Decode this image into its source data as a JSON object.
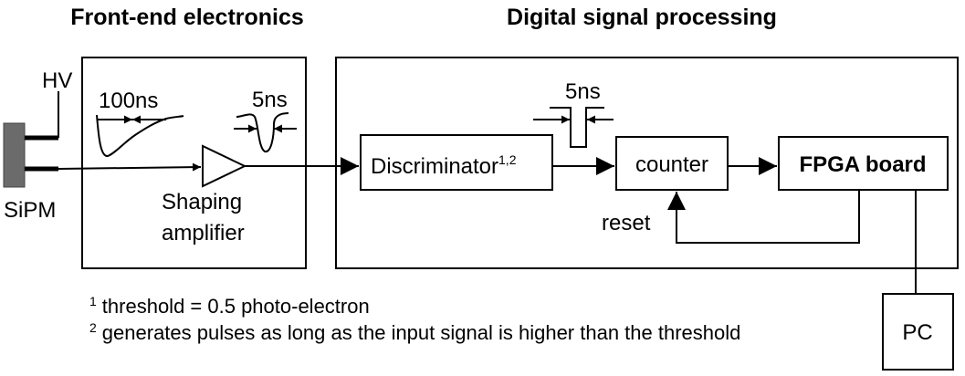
{
  "titles": {
    "front_end": "Front-end electronics",
    "digital": "Digital signal processing"
  },
  "labels": {
    "hv": "HV",
    "sipm": "SiPM",
    "pulse_100ns": "100ns",
    "pulse_5ns_front": "5ns",
    "shaping_line1": "Shaping",
    "shaping_line2": "amplifier",
    "pulse_5ns_digital": "5ns",
    "discriminator": "Discriminator",
    "discriminator_sup": "1,2",
    "counter": "counter",
    "fpga": "FPGA board",
    "reset": "reset",
    "pc": "PC"
  },
  "footnotes": [
    {
      "mark": "1",
      "text": "threshold = 0.5 photo-electron"
    },
    {
      "mark": "2",
      "text": "generates pulses as long as the input signal is higher than the threshold"
    }
  ]
}
